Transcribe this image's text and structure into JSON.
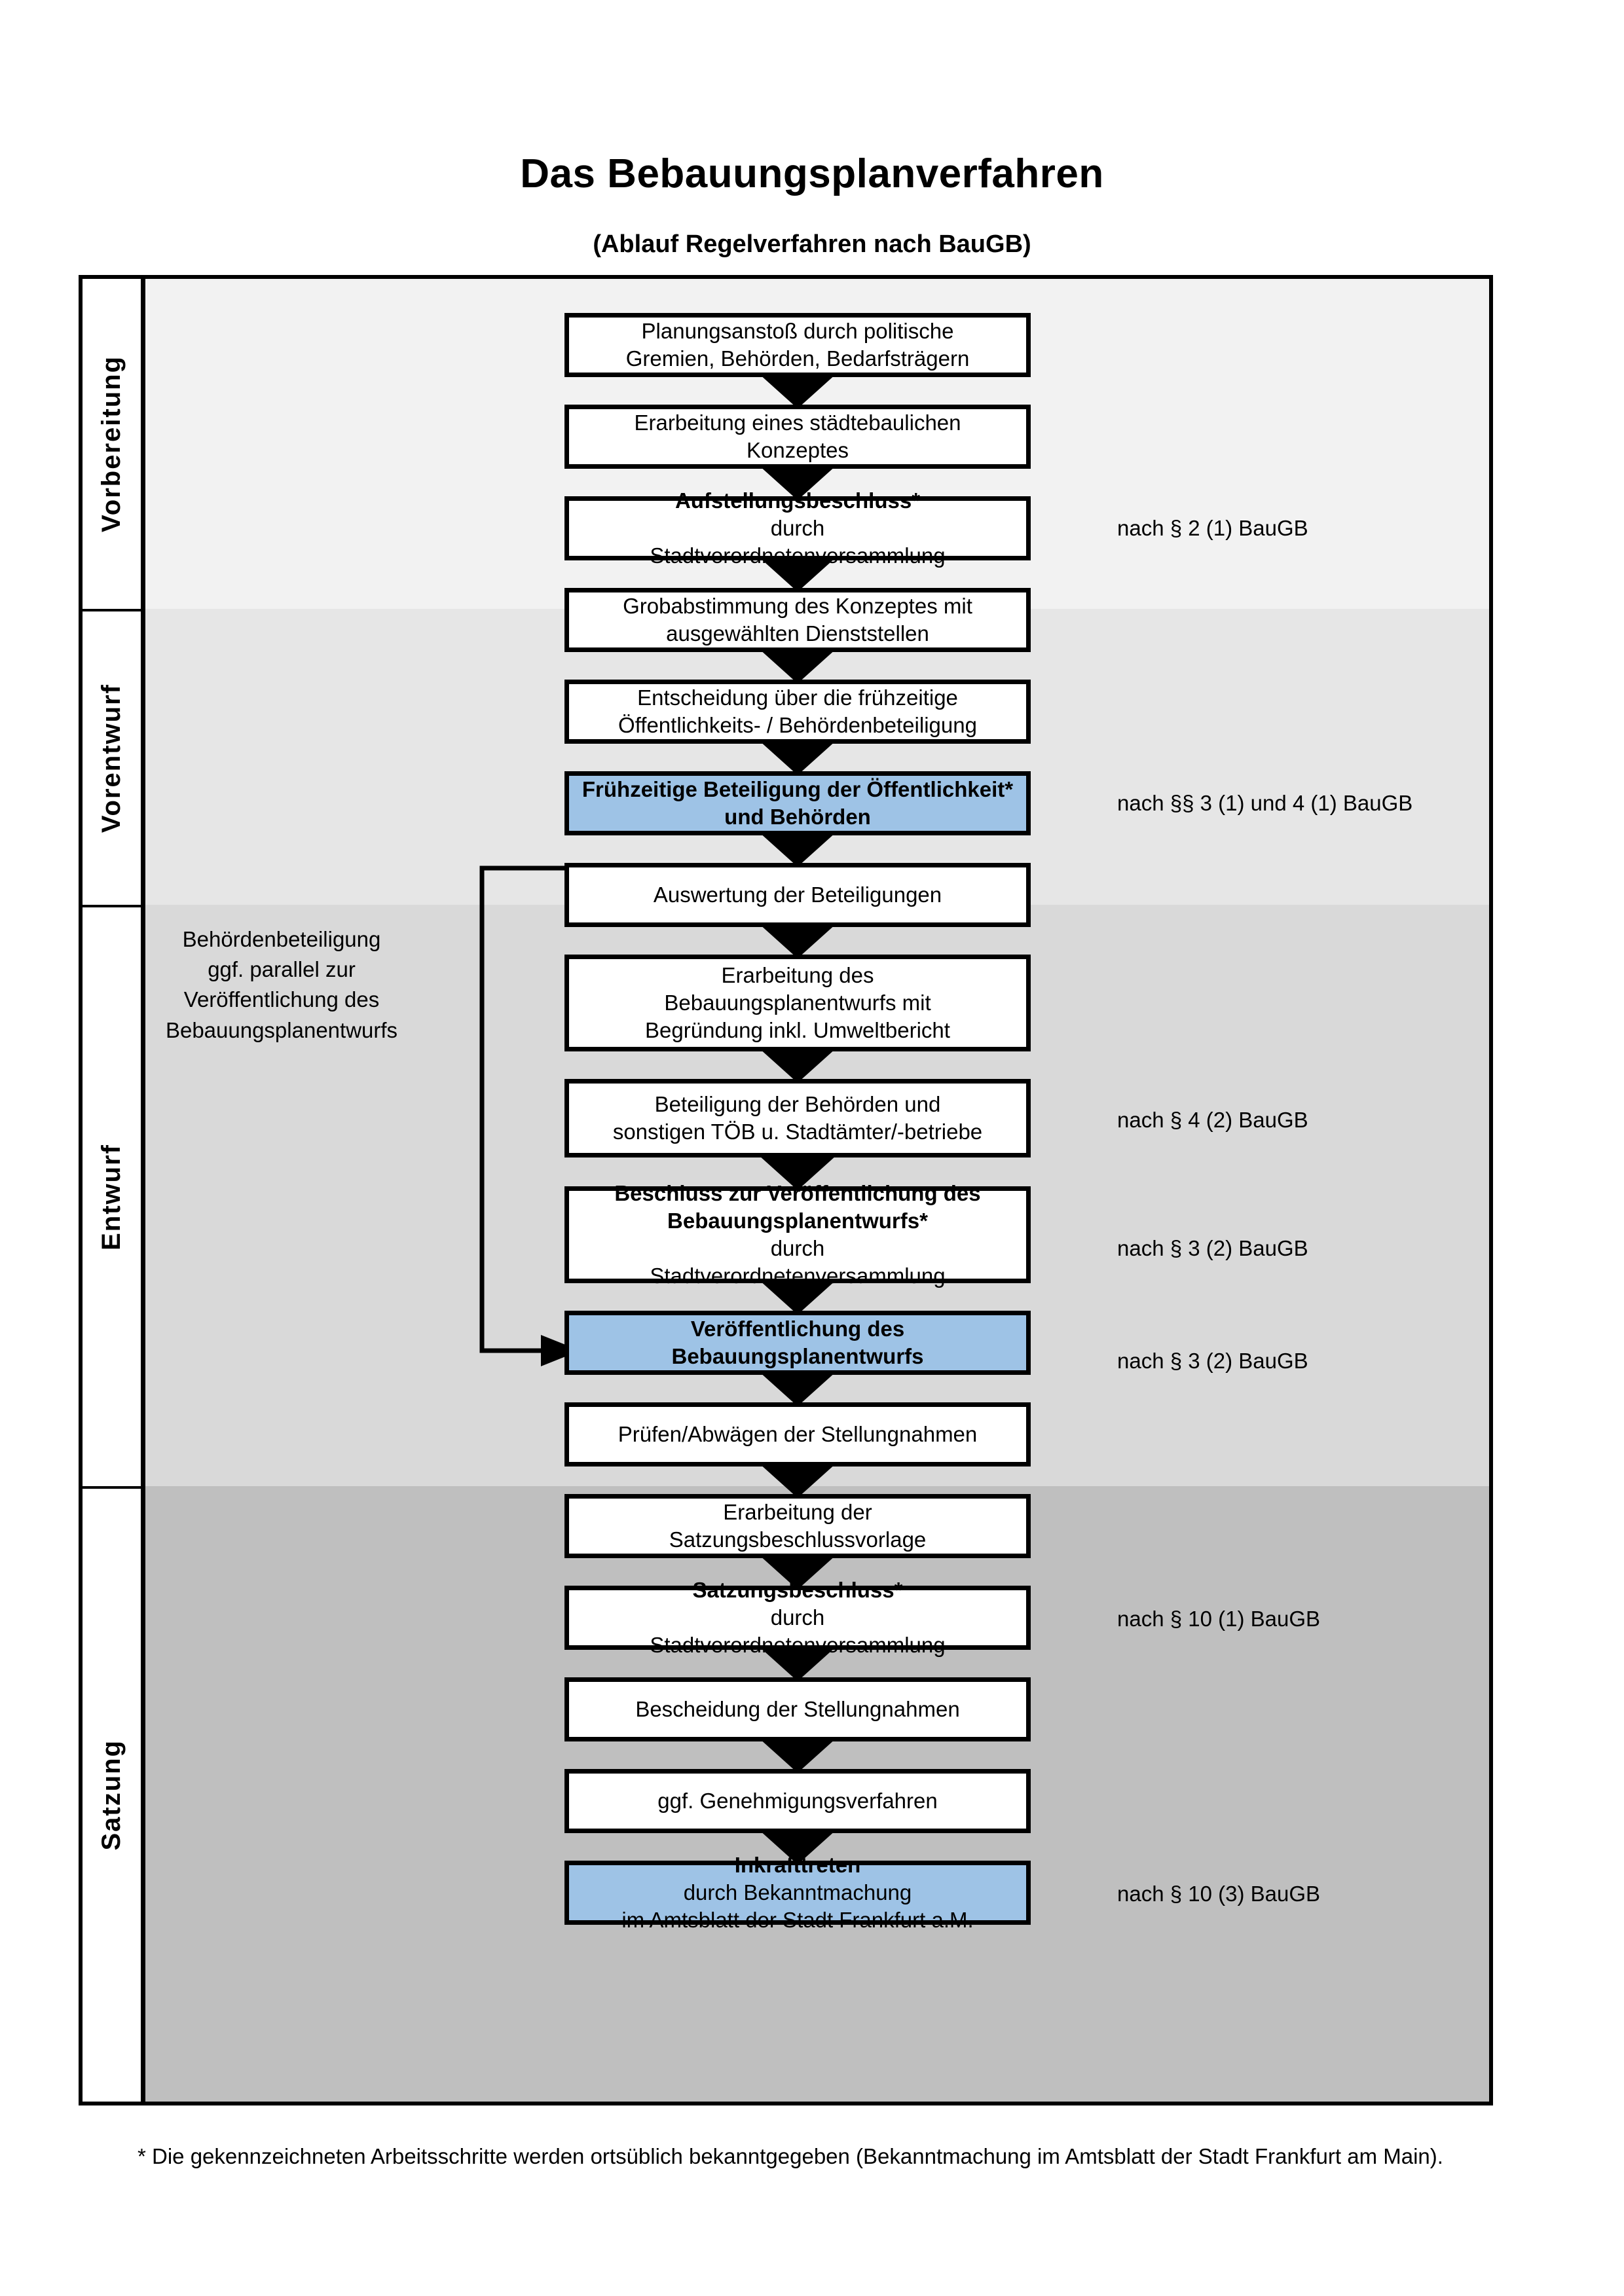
{
  "title": "Das Bebauungsplanverfahren",
  "subtitle": "(Ablauf Regelverfahren nach BauGB)",
  "colors": {
    "highlight_blue": "#9EC3E6",
    "band_vorbereitung": "#F2F2F2",
    "band_vorentwurf": "#E6E6E6",
    "band_entwurf": "#D9D9D9",
    "band_satzung": "#BFBFBF",
    "border_black": "#000000"
  },
  "phases": [
    {
      "label": "Vorbereitung"
    },
    {
      "label": "Vorentwurf"
    },
    {
      "label": "Entwurf"
    },
    {
      "label": "Satzung"
    }
  ],
  "steps": [
    {
      "id": "planungsanstoss",
      "line1": "Planungsanstoß durch politische",
      "line2": "Gremien, Behörden, Bedarfsträgern",
      "highlight": false
    },
    {
      "id": "staedtebauliches-konzept",
      "line1": "Erarbeitung eines städtebaulichen",
      "line2": "Konzeptes",
      "highlight": false
    },
    {
      "id": "aufstellungsbeschluss",
      "bold1": "Aufstellungsbeschluss*",
      "rest1": " durch",
      "line2": "Stadtverordnetenversammlung",
      "highlight": false
    },
    {
      "id": "grobabstimmung",
      "line1": "Grobabstimmung des Konzeptes mit",
      "line2": "ausgewählten Dienststellen",
      "highlight": false
    },
    {
      "id": "entscheidung-fruehzeitige-beteiligung",
      "line1": "Entscheidung über die frühzeitige",
      "line2": "Öffentlichkeits- / Behördenbeteiligung",
      "highlight": false
    },
    {
      "id": "fruehzeitige-beteiligung",
      "bold1": "Frühzeitige Beteiligung der",
      "bold2": "Öffentlichkeit* und Behörden",
      "highlight": true
    },
    {
      "id": "auswertung-beteiligungen",
      "line1": "Auswertung der Beteiligungen",
      "highlight": false
    },
    {
      "id": "erarbeitung-bebauungsplanentwurf",
      "line1": "Erarbeitung des",
      "line2": "Bebauungsplanentwurfs mit",
      "line3": "Begründung inkl. Umweltbericht",
      "highlight": false
    },
    {
      "id": "beteiligung-behoerden-toeb",
      "line1": "Beteiligung der Behörden und",
      "line2": "sonstigen TÖB u. Stadtämter/-betriebe",
      "highlight": false
    },
    {
      "id": "beschluss-veroeffentlichung",
      "bold1": "Beschluss zur Veröffentlichung des",
      "bold2": "Bebauungsplanentwurfs*",
      "rest2": " durch",
      "line3": "Stadtverordnetenversammlung",
      "highlight": false
    },
    {
      "id": "veroeffentlichung-entwurf",
      "bold1": "Veröffentlichung des",
      "bold2": "Bebauungsplanentwurfs",
      "highlight": true
    },
    {
      "id": "pruefen-abwaegen",
      "line1": "Prüfen/Abwägen der Stellungnahmen",
      "highlight": false
    },
    {
      "id": "erarbeitung-satzungsbeschlussvorlage",
      "line1": "Erarbeitung der",
      "line2": "Satzungsbeschlussvorlage",
      "highlight": false
    },
    {
      "id": "satzungsbeschluss",
      "bold1": "Satzungsbeschluss*",
      "rest1": " durch",
      "line2": "Stadtverordnetenversammlung",
      "highlight": false
    },
    {
      "id": "bescheidung-stellungnahmen",
      "line1": "Bescheidung der Stellungnahmen",
      "highlight": false
    },
    {
      "id": "genehmigungsverfahren",
      "line1": "ggf. Genehmigungsverfahren",
      "highlight": false
    },
    {
      "id": "inkrafttreten",
      "bold1": "Inkrafttreten",
      "rest1": " durch Bekanntmachung",
      "line2": "im Amtsblatt der Stadt Frankfurt a.M.",
      "highlight": true
    }
  ],
  "legal_refs": [
    {
      "id": "ref-par2",
      "text": "nach § 2 (1) BauGB"
    },
    {
      "id": "ref-par3-1-4-1",
      "text": "nach §§ 3 (1) und 4 (1) BauGB"
    },
    {
      "id": "ref-par4-2",
      "text": "nach § 4 (2) BauGB"
    },
    {
      "id": "ref-par3-2-a",
      "text": "nach § 3 (2) BauGB"
    },
    {
      "id": "ref-par3-2-b",
      "text": "nach § 3 (2) BauGB"
    },
    {
      "id": "ref-par10-1",
      "text": "nach § 10 (1) BauGB"
    },
    {
      "id": "ref-par10-3",
      "text": "nach § 10 (3) BauGB"
    }
  ],
  "side_note": {
    "line1": "Behördenbeteiligung",
    "line2": "ggf. parallel zur",
    "line3": "Veröffentlichung des",
    "line4": "Bebauungsplanentwurfs"
  },
  "footnote": "* Die gekennzeichneten Arbeitsschritte werden ortsüblich bekanntgegeben (Bekanntmachung im Amtsblatt  der Stadt Frankfurt am Main)."
}
